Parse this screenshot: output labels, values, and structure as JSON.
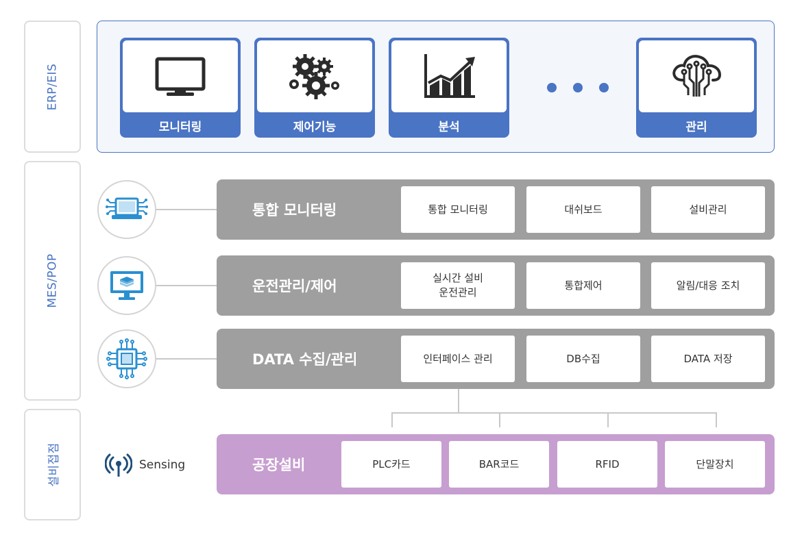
{
  "side_labels": {
    "erp": "ERP/EIS",
    "mes": "MES/POP",
    "equip": "설비접점"
  },
  "erp_modules": [
    {
      "label": "모니터링",
      "icon": "monitor-icon"
    },
    {
      "label": "제어기능",
      "icon": "gears-icon"
    },
    {
      "label": "분석",
      "icon": "chart-icon"
    },
    {
      "label": "관리",
      "icon": "cloud-icon"
    }
  ],
  "mes_rows": [
    {
      "title": "통합 모니터링",
      "icon": "laptop-circuit-icon",
      "cells": [
        "통합 모니터링",
        "대쉬보드",
        "설비관리"
      ]
    },
    {
      "title": "운전관리/제어",
      "icon": "monitor-layers-icon",
      "cells": [
        "실시간 설비\n운전관리",
        "통합제어",
        "알림/대응 조치"
      ]
    },
    {
      "title": "DATA 수집/관리",
      "icon": "chip-icon",
      "cells": [
        "인터페이스 관리",
        "DB수집",
        "DATA 저장"
      ]
    }
  ],
  "factory": {
    "title": "공장설비",
    "cells": [
      "PLC카드",
      "BAR코드",
      "RFID",
      "단말장치"
    ]
  },
  "sensing": {
    "label": "Sensing",
    "icon": "antenna-icon"
  },
  "colors": {
    "accent_blue": "#4a74c4",
    "row_gray": "#9f9f9f",
    "factory_purple": "#c79ed0",
    "icon_teal": "#2a8fd0"
  }
}
